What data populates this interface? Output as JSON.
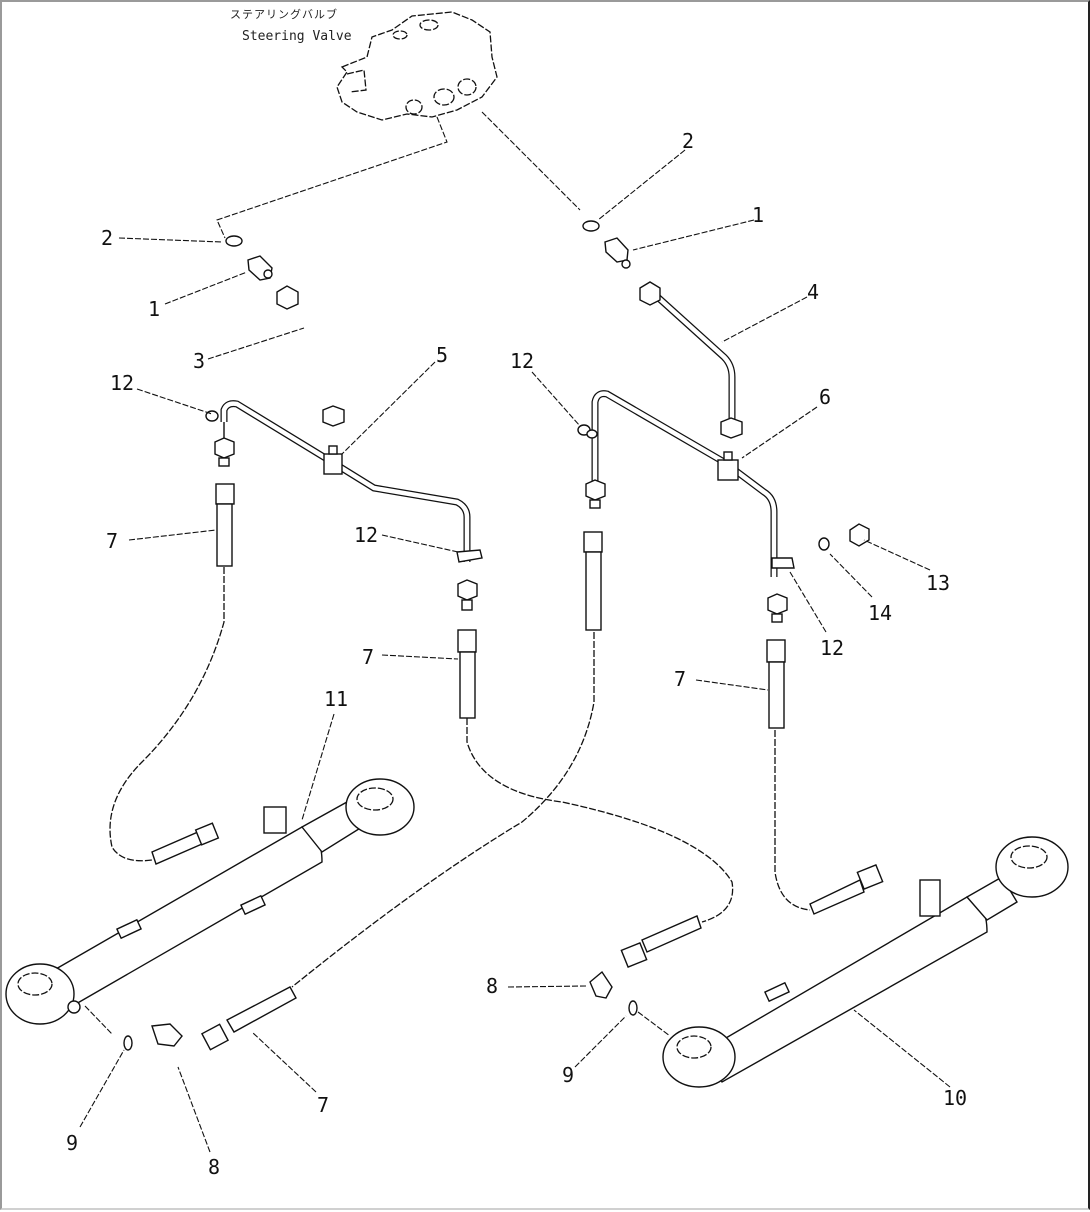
{
  "diagram": {
    "title_jp": "ステアリングバルブ",
    "title_en": "Steering Valve",
    "part_labels": [
      {
        "id": "label-2-left",
        "text": "2"
      },
      {
        "id": "label-1-left",
        "text": "1"
      },
      {
        "id": "label-3",
        "text": "3"
      },
      {
        "id": "label-12-top-left",
        "text": "12"
      },
      {
        "id": "label-5",
        "text": "5"
      },
      {
        "id": "label-7-left-upper",
        "text": "7"
      },
      {
        "id": "label-12-mid-left",
        "text": "12"
      },
      {
        "id": "label-7-mid",
        "text": "7"
      },
      {
        "id": "label-11",
        "text": "11"
      },
      {
        "id": "label-9-left",
        "text": "9"
      },
      {
        "id": "label-8-left",
        "text": "8"
      },
      {
        "id": "label-7-bottom-left",
        "text": "7"
      },
      {
        "id": "label-2-right",
        "text": "2"
      },
      {
        "id": "label-1-right",
        "text": "1"
      },
      {
        "id": "label-4",
        "text": "4"
      },
      {
        "id": "label-12-top-right",
        "text": "12"
      },
      {
        "id": "label-6",
        "text": "6"
      },
      {
        "id": "label-13",
        "text": "13"
      },
      {
        "id": "label-14",
        "text": "14"
      },
      {
        "id": "label-12-right",
        "text": "12"
      },
      {
        "id": "label-7-right",
        "text": "7"
      },
      {
        "id": "label-8-right",
        "text": "8"
      },
      {
        "id": "label-9-right",
        "text": "9"
      },
      {
        "id": "label-10",
        "text": "10"
      }
    ]
  }
}
